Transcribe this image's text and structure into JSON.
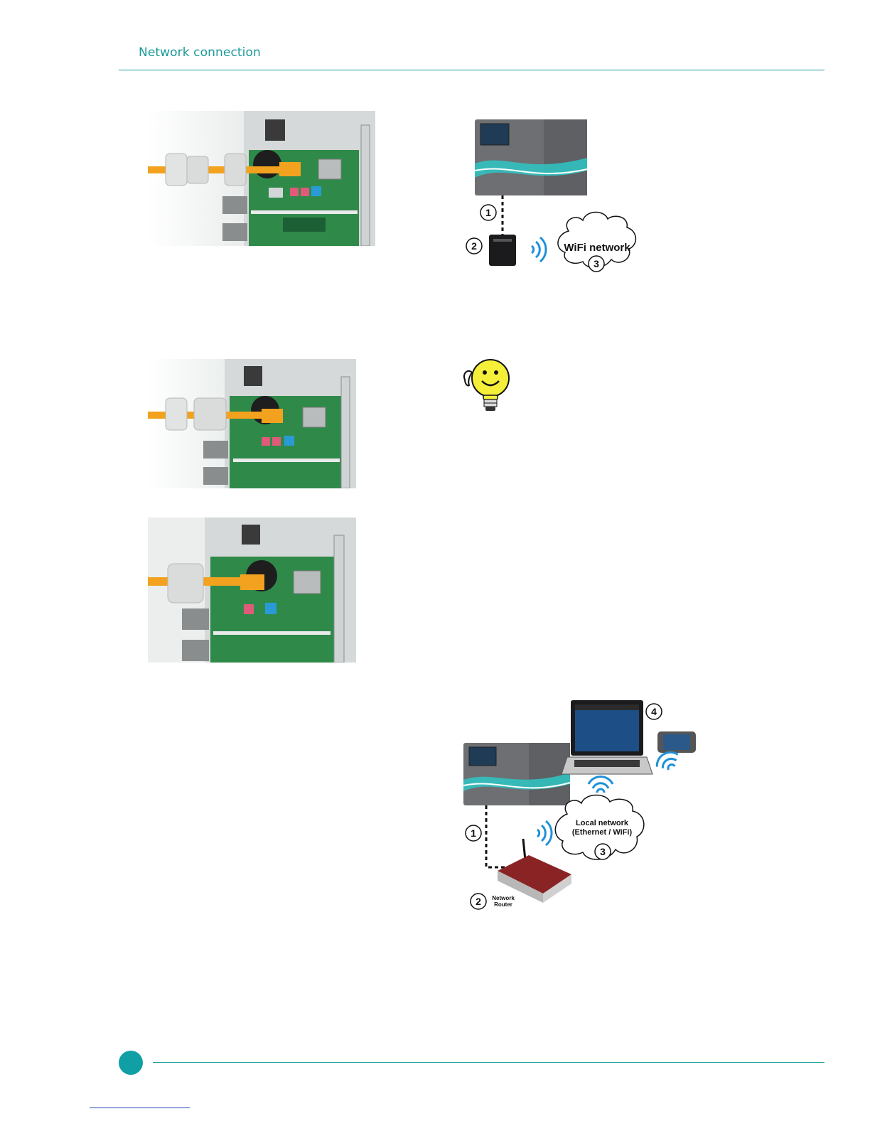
{
  "header": {
    "title": "Network connection"
  },
  "photos": [
    {
      "name": "cable-gland-step-1-photo"
    },
    {
      "name": "cable-gland-step-2-photo"
    },
    {
      "name": "cable-gland-step-3-photo"
    }
  ],
  "wifi_diagram": {
    "callouts": [
      "1",
      "2",
      "3"
    ],
    "cloud_label": "WiFi network"
  },
  "tip": {
    "icon": "lightbulb-tip-icon"
  },
  "lan_diagram": {
    "callouts": [
      "1",
      "2",
      "3",
      "4"
    ],
    "cloud_label_line1": "Local network",
    "cloud_label_line2": "(Ethernet / WiFi)",
    "router_label_line1": "Network",
    "router_label_line2": "Router"
  },
  "colors": {
    "accent": "#1a9a98",
    "cable": "#f2a21e",
    "pcb": "#2f8a4a",
    "housing": "#6e6f73"
  }
}
